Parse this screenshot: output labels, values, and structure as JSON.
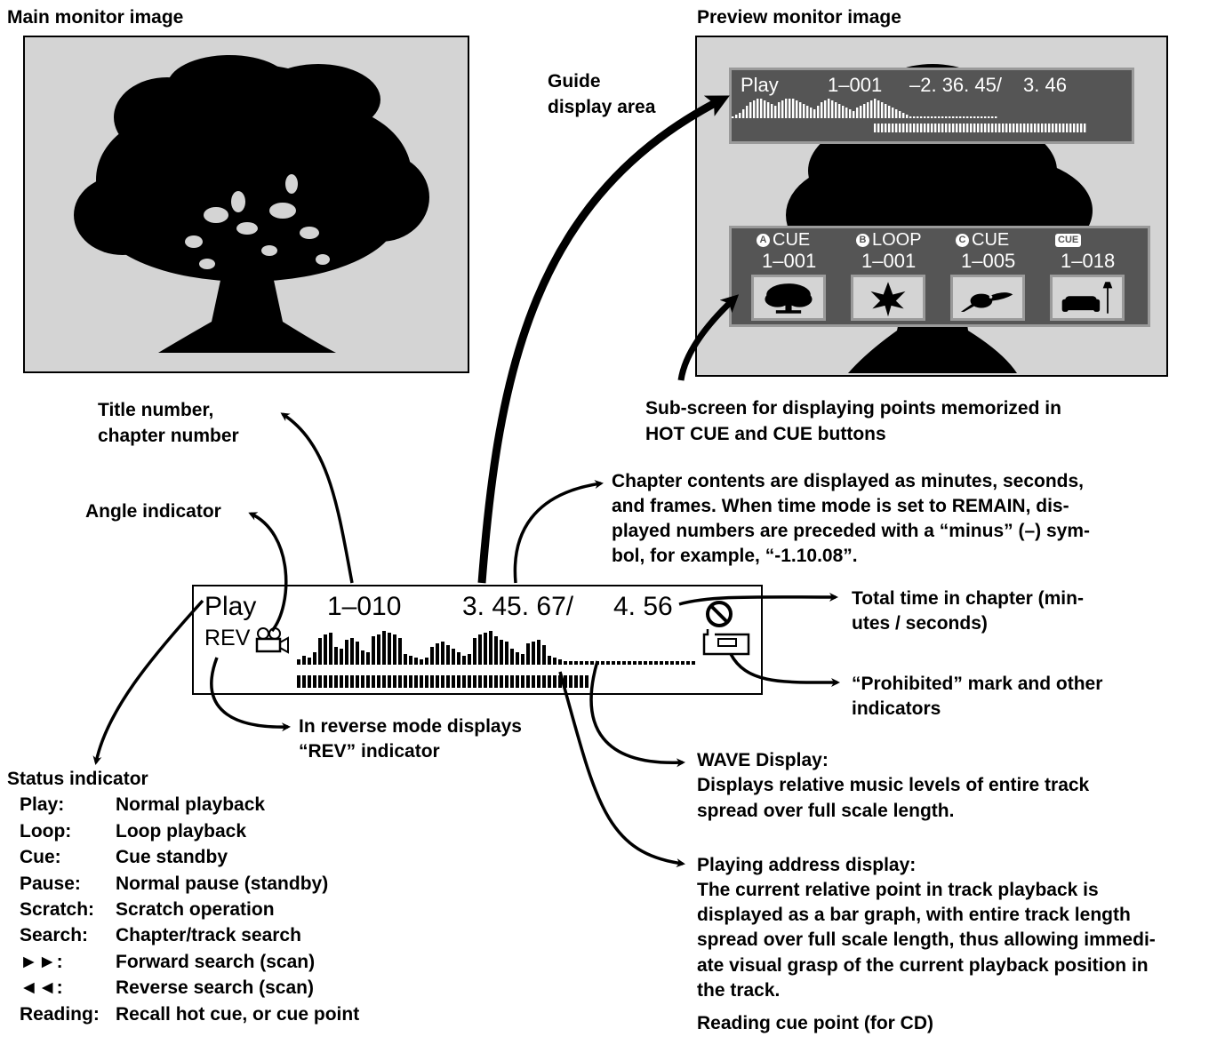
{
  "headings": {
    "main_monitor": "Main monitor image",
    "preview_monitor": "Preview monitor image"
  },
  "preview": {
    "guide": {
      "status": "Play",
      "chapter": "1–001",
      "time": "–2. 36. 45/",
      "total": "3. 46"
    },
    "cues": [
      {
        "badge": "A",
        "type": "CUE",
        "number": "1–001",
        "thumb": "tree-icon"
      },
      {
        "badge": "B",
        "type": "LOOP",
        "number": "1–001",
        "thumb": "leaf-icon"
      },
      {
        "badge": "C",
        "type": "CUE",
        "number": "1–005",
        "thumb": "toucan-icon"
      },
      {
        "badge": "CUE",
        "type": "",
        "number": "1–018",
        "thumb": "sofa-lamp-icon"
      }
    ]
  },
  "display": {
    "status": "Play",
    "rev": "REV",
    "chapter": "1–010",
    "time": "3. 45. 67/",
    "total": "4. 56",
    "icons": [
      "camera-angle-icon",
      "prohibited-icon",
      "drive-icon"
    ]
  },
  "labels": {
    "guide_area": [
      "Guide",
      "display area"
    ],
    "sub_screen": [
      "Sub-screen for displaying points memorized in",
      "HOT CUE and CUE buttons"
    ],
    "title_number": [
      "Title number,",
      "chapter number"
    ],
    "chapter_contents": [
      "Chapter contents are displayed as minutes, seconds,",
      "and frames. When time mode is set to REMAIN, dis-",
      "played numbers are preceded with a “minus” (–) sym-",
      "bol, for example, “-1.10.08”."
    ],
    "angle_indicator": "Angle indicator",
    "total_time": [
      "Total time in chapter (min-",
      "utes / seconds)"
    ],
    "prohibited": [
      "“Prohibited” mark and other",
      "indicators"
    ],
    "reverse": [
      "In reverse mode displays",
      "“REV” indicator"
    ],
    "wave": [
      "WAVE Display:",
      "Displays relative music levels of entire track",
      "spread over full scale length."
    ],
    "playing_address": [
      "Playing address display:",
      "The current relative point in track playback is",
      "displayed as a bar graph, with entire track length",
      "spread over full scale length, thus allowing immedi-",
      "ate visual grasp of the current playback position in",
      "the track."
    ],
    "cut_off_line": "Reading cue point (for CD)"
  },
  "status_indicator": {
    "title": "Status indicator",
    "rows": [
      {
        "key": "Play:",
        "desc": "Normal playback"
      },
      {
        "key": "Loop:",
        "desc": "Loop playback"
      },
      {
        "key": "Cue:",
        "desc": "Cue standby"
      },
      {
        "key": "Pause:",
        "desc": "Normal pause (standby)"
      },
      {
        "key": "Scratch:",
        "desc": "Scratch operation"
      },
      {
        "key": "Search:",
        "desc": "Chapter/track search"
      },
      {
        "key": "►►:",
        "desc": "Forward search (scan)"
      },
      {
        "key": "◄◄:",
        "desc": "Reverse search (scan)"
      },
      {
        "key": "Reading:",
        "desc": "Recall hot cue, or cue point"
      }
    ]
  },
  "colors": {
    "monitor_bg": "#d4d4d4",
    "guide_bg": "#555555",
    "ink": "#000000"
  }
}
